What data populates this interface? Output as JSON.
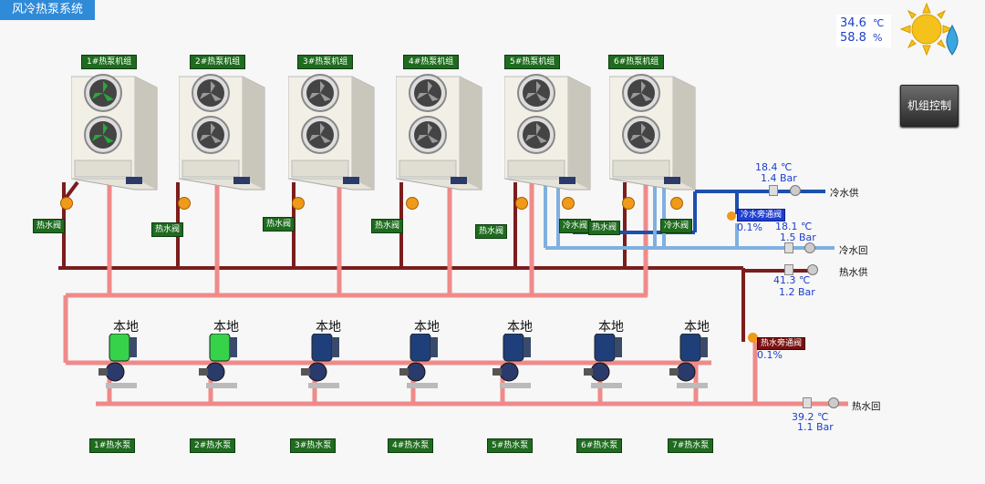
{
  "title": "风冷热泵系统",
  "weather": {
    "temp_value": "34.6",
    "temp_unit": "℃",
    "humidity_value": "58.8",
    "humidity_unit": "%",
    "icon": "sun-rain-icon"
  },
  "control_button": "机组控制",
  "units": [
    {
      "label": "1#热泵机组",
      "fan_color": "#2aa83a",
      "valve_label": "热水阀"
    },
    {
      "label": "2#热泵机组",
      "fan_color": "#9a9a9a",
      "valve_label": "热水阀"
    },
    {
      "label": "3#热泵机组",
      "fan_color": "#9a9a9a",
      "valve_label": "热水阀"
    },
    {
      "label": "4#热泵机组",
      "fan_color": "#9a9a9a",
      "valve_label": "热水阀"
    },
    {
      "label": "5#热泵机组",
      "fan_color": "#9a9a9a",
      "valve_label": "热水阀",
      "cold_valve_label": "冷水阀"
    },
    {
      "label": "6#热泵机组",
      "fan_color": "#9a9a9a",
      "valve_label": "热水阀",
      "cold_valve_label": "冷水阀"
    }
  ],
  "pumps": [
    {
      "label": "1#热水泵",
      "mode": "本地",
      "running": true
    },
    {
      "label": "2#热水泵",
      "mode": "本地",
      "running": true
    },
    {
      "label": "3#热水泵",
      "mode": "本地",
      "running": false
    },
    {
      "label": "4#热水泵",
      "mode": "本地",
      "running": false
    },
    {
      "label": "5#热水泵",
      "mode": "本地",
      "running": false
    },
    {
      "label": "6#热水泵",
      "mode": "本地",
      "running": false
    },
    {
      "label": "7#热水泵",
      "mode": "本地",
      "running": false
    }
  ],
  "pipes": {
    "chw_supply": {
      "label": "冷水供",
      "temp": "18.4",
      "temp_unit": "℃",
      "pressure": "1.4",
      "pressure_unit": "Bar"
    },
    "chw_return": {
      "label": "冷水回",
      "temp": "18.1",
      "temp_unit": "℃",
      "pressure": "1.5",
      "pressure_unit": "Bar"
    },
    "hw_supply": {
      "label": "热水供",
      "temp": "41.3",
      "temp_unit": "℃",
      "pressure": "1.2",
      "pressure_unit": "Bar"
    },
    "hw_return": {
      "label": "热水回",
      "temp": "39.2",
      "temp_unit": "℃",
      "pressure": "1.1",
      "pressure_unit": "Bar"
    }
  },
  "bypass": {
    "chw": {
      "label": "冷水旁通阀",
      "value": "0.1%"
    },
    "hw": {
      "label": "热水旁通阀",
      "value": "0.1%"
    }
  },
  "colors": {
    "hot_supply": "#7b1d1d",
    "hot_loop": "#f08a8a",
    "chw_supply": "#1c4fb0",
    "chw_return": "#7fb0e0",
    "label_green": "#1f6b1f",
    "running": "#36d24a",
    "stopped": "#1e3f7a"
  }
}
